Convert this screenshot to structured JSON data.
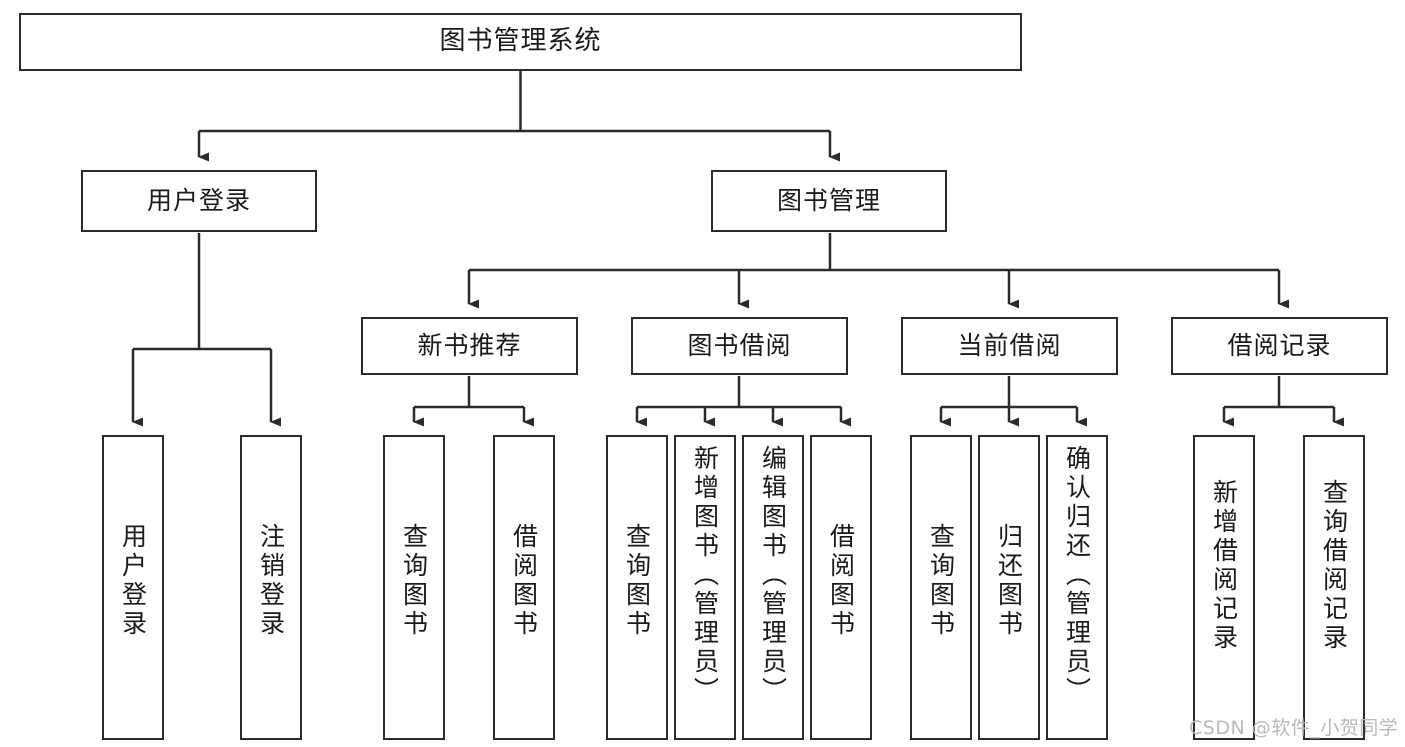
{
  "diagram": {
    "title": "图书管理系统",
    "type": "tree-hierarchy-chart",
    "root": {
      "id": "root",
      "label": "图书管理系统"
    },
    "level1": [
      {
        "id": "user-login",
        "label": "用户登录"
      },
      {
        "id": "book-management",
        "label": "图书管理"
      }
    ],
    "level2": [
      {
        "id": "new-book-recommend",
        "label": "新书推荐",
        "parent": "book-management"
      },
      {
        "id": "book-borrow",
        "label": "图书借阅",
        "parent": "book-management"
      },
      {
        "id": "current-borrow",
        "label": "当前借阅",
        "parent": "book-management"
      },
      {
        "id": "borrow-record",
        "label": "借阅记录",
        "parent": "book-management"
      }
    ],
    "leaves": {
      "user-login": [
        {
          "id": "leaf-user-login",
          "label": "用户登录"
        },
        {
          "id": "leaf-logout-login",
          "label": "注销登录"
        }
      ],
      "new-book-recommend": [
        {
          "id": "leaf-query-book-1",
          "label": "查询图书"
        },
        {
          "id": "leaf-borrow-book-1",
          "label": "借阅图书"
        }
      ],
      "book-borrow": [
        {
          "id": "leaf-query-book-2",
          "label": "查询图书"
        },
        {
          "id": "leaf-add-book",
          "label": "新增图书（管理员）"
        },
        {
          "id": "leaf-edit-book",
          "label": "编辑图书（管理员）"
        },
        {
          "id": "leaf-borrow-book-2",
          "label": "借阅图书"
        }
      ],
      "current-borrow": [
        {
          "id": "leaf-query-book-3",
          "label": "查询图书"
        },
        {
          "id": "leaf-return-book",
          "label": "归还图书"
        },
        {
          "id": "leaf-confirm-return",
          "label": "确认归还（管理员）"
        }
      ],
      "borrow-record": [
        {
          "id": "leaf-add-record",
          "label": "新增借阅记录"
        },
        {
          "id": "leaf-query-record",
          "label": "查询借阅记录"
        }
      ]
    }
  },
  "watermark": {
    "text": "CSDN @软件_小贺同学"
  },
  "colors": {
    "stroke": "#2b2b2b",
    "fill": "#ffffff",
    "text": "#1a1a1a",
    "watermark": "#b9b9b9"
  }
}
